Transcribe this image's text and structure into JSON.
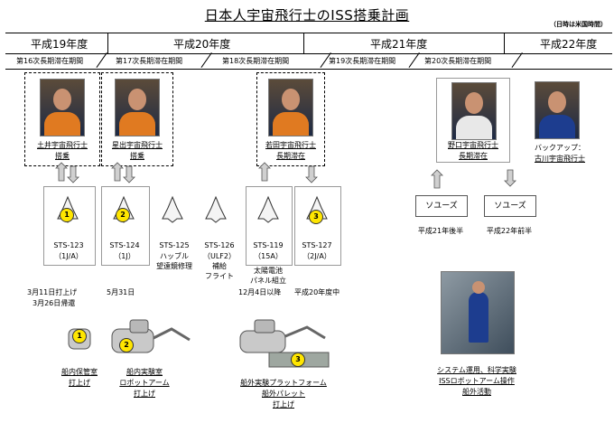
{
  "title": "日本人宇宙飛行士のISS搭乗計画",
  "note": "（日時は米国時間）",
  "years": [
    "平成19年度",
    "平成20年度",
    "平成21年度",
    "平成22年度"
  ],
  "expeditions": [
    "第16次長期滞在期間",
    "第17次長期滞在期間",
    "第18次長期滞在期間",
    "第19次長期滞在期間",
    "第20次長期滞在期間"
  ],
  "astronauts": {
    "doi": [
      "土井宇宙飛行士",
      "搭乗"
    ],
    "hoshide": [
      "星出宇宙飛行士",
      "搭乗"
    ],
    "wakata": [
      "若田宇宙飛行士",
      "長期滞在"
    ],
    "noguchi": [
      "野口宇宙飛行士",
      "長期滞在"
    ],
    "furukawa": [
      "バックアップ：",
      "古川宇宙飛行士"
    ]
  },
  "flights": {
    "sts123": {
      "num": "1",
      "label": "STS-123",
      "sub": "（1J/A）"
    },
    "sts124": {
      "num": "2",
      "label": "STS-124",
      "sub": "（1J）"
    },
    "sts125": {
      "label": "STS-125",
      "sub1": "ハッブル",
      "sub2": "望遠鏡修理"
    },
    "sts126": {
      "label": "STS-126",
      "sub1": "（ULF2）",
      "sub2": "補給",
      "sub3": "フライト"
    },
    "sts119": {
      "label": "STS-119",
      "sub": "（15A）",
      "note1": "太陽電池",
      "note2": "パネル組立"
    },
    "sts127": {
      "num": "3",
      "label": "STS-127",
      "sub": "（2J/A）"
    }
  },
  "dates": {
    "d1a": "3月11日打上げ",
    "d1b": "3月26日帰還",
    "d2": "5月31日",
    "d3a": "12月4日以降",
    "d3b": "平成20年度中"
  },
  "soyuz": {
    "s1": {
      "label": "ソユーズ",
      "date": "平成21年後半"
    },
    "s2": {
      "label": "ソユーズ",
      "date": "平成22年前半"
    }
  },
  "modules": {
    "m1": {
      "num": "1",
      "lines": [
        "船内保管室",
        "打上げ"
      ]
    },
    "m2": {
      "num": "2",
      "lines": [
        "船内実験室",
        "ロボットアーム",
        "打上げ"
      ]
    },
    "m3": {
      "num": "3",
      "lines": [
        "船外実験プラットフォーム",
        "船外パレット",
        "打上げ"
      ]
    },
    "m4": {
      "lines": [
        "システム運用、科学実験",
        "ISSロボットアーム操作",
        "船外活動"
      ]
    }
  },
  "colors": {
    "module_num": "#ffe600",
    "soyuz_arrow": "#bfbfbf"
  }
}
